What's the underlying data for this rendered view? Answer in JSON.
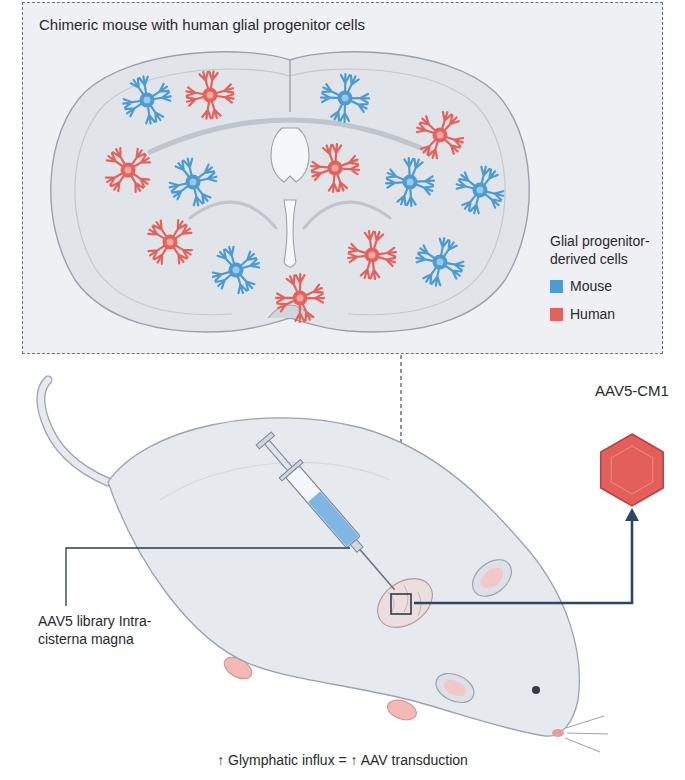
{
  "diagram": {
    "caption": "↑ Glymphatic influx = ↑ AAV transduction",
    "nodes": [
      {
        "text": [
          "Chimeric mouse with human glial progenitor cells"
        ]
      },
      {
        "text": [
          "AAV5-CM1"
        ]
      }
    ],
    "labels": [
      "Glial progenitor-derived cells",
      "AAV5 library Intra-cisterna magna"
    ],
    "legend": [
      {
        "text": "Mouse",
        "color": "#4b9cd3"
      },
      {
        "text": "Human",
        "color": "#e5625c"
      }
    ]
  }
}
